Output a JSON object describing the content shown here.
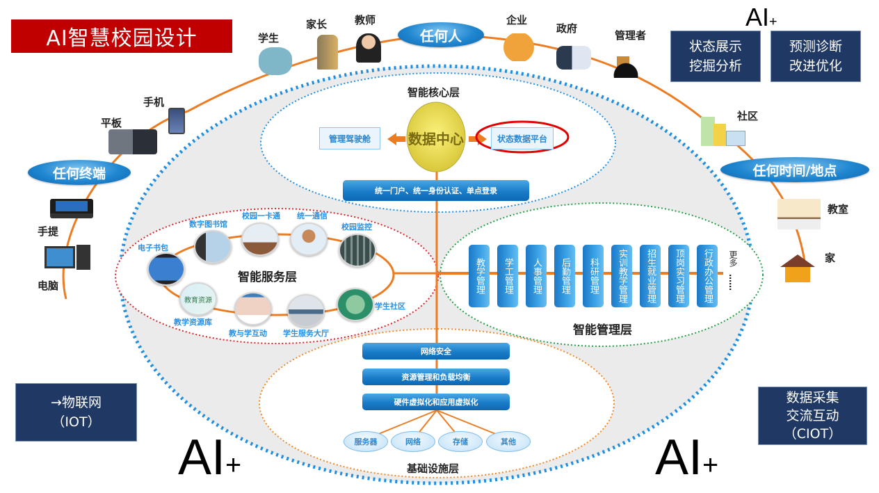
{
  "title": "AI智慧校园设计",
  "ai_plus": {
    "main": "AI",
    "plus": "+"
  },
  "top_right_boxes": [
    {
      "line1": "状态展示",
      "line2": "挖掘分析"
    },
    {
      "line1": "预测诊断",
      "line2": "改进优化"
    }
  ],
  "bottom_left_box": {
    "line1": "→物联网",
    "line2": "（IOT）"
  },
  "bottom_right_box": {
    "line1": "数据采集",
    "line2": "交流互动",
    "line3": "（CIOT）"
  },
  "pills": {
    "anyone": "任何人",
    "any_terminal": "任何终端",
    "any_time_place": "任何时间/地点"
  },
  "people": [
    "学生",
    "家长",
    "教师",
    "企业",
    "政府",
    "管理者"
  ],
  "terminals": [
    "手机",
    "平板",
    "手提",
    "电脑"
  ],
  "places": [
    "社区",
    "教室",
    "家"
  ],
  "core_layer": {
    "title": "智能核心层",
    "center": "数据中心",
    "left_box": "管理驾驶舱",
    "right_box": "状态数据平台",
    "portal_bar": "统一门户、统一身份认证、单点登录"
  },
  "service_layer": {
    "title": "智能服务层",
    "items": [
      "电子书包",
      "数字图书馆",
      "校园一卡通",
      "统一通信",
      "校园监控",
      "学生社区",
      "学生服务大厅",
      "教与学互动",
      "教学资源库"
    ],
    "resource_circle_text": "教育资源"
  },
  "management_layer": {
    "title": "智能管理层",
    "items": [
      "教学管理",
      "学工管理",
      "人事管理",
      "后勤管理",
      "科研管理",
      "实训教学管理",
      "招生就业管理",
      "顶岗实习管理",
      "行政办公管理"
    ],
    "more": "更多",
    "ellipsis": "……"
  },
  "infra_layer": {
    "title": "基础设施层",
    "bars": [
      "网络安全",
      "资源管理和负载均衡",
      "硬件虚拟化和应用虚拟化"
    ],
    "ovals": [
      "服务器",
      "网络",
      "存储",
      "其他"
    ]
  },
  "colors": {
    "title_bg": "#c00000",
    "navy_box": "#203864",
    "accent_blue": "#1a7cc9",
    "connector_orange": "#ec7c22",
    "core_dots": "#1e8fe0",
    "service_dots": "#d9262b",
    "management_dots": "#23a045",
    "infra_dots": "#f08a24",
    "highlight_ring": "#e00000"
  }
}
